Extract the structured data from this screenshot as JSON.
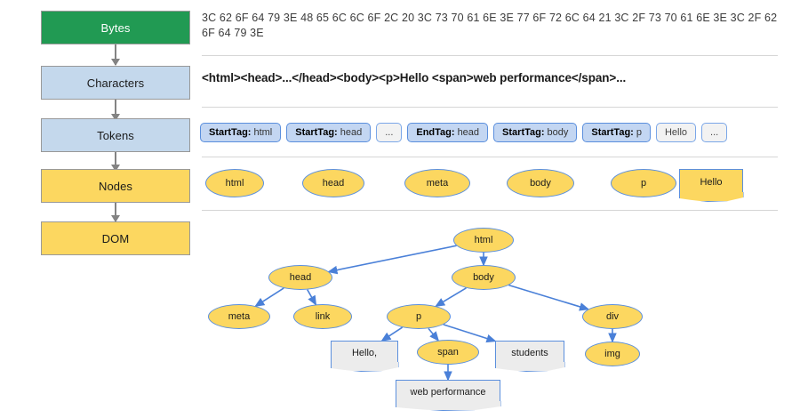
{
  "pipeline": {
    "stages": [
      {
        "label": "Bytes",
        "color": "#219a53"
      },
      {
        "label": "Characters",
        "color": "#c4d8ec"
      },
      {
        "label": "Tokens",
        "color": "#c4d8ec"
      },
      {
        "label": "Nodes",
        "color": "#fcd760"
      },
      {
        "label": "DOM",
        "color": "#fcd760"
      }
    ]
  },
  "bytes": {
    "text": "3C 62 6F 64 79 3E 48 65 6C 6C 6F 2C 20 3C 73 70 61 6E 3E 77 6F 72 6C 64 21 3C 2F 73 70 61 6E 3E 3C 2F 62 6F 64 79 3E"
  },
  "characters": {
    "text": "<html><head>...</head><body><p>Hello <span>web performance</span>..."
  },
  "tokens": {
    "items": [
      {
        "bold": "StartTag:",
        "rest": "html",
        "style": "filled"
      },
      {
        "bold": "StartTag:",
        "rest": "head",
        "style": "filled"
      },
      {
        "bold": "",
        "rest": "...",
        "style": "plain"
      },
      {
        "bold": "EndTag:",
        "rest": "head",
        "style": "filled"
      },
      {
        "bold": "StartTag:",
        "rest": "body",
        "style": "filled"
      },
      {
        "bold": "StartTag:",
        "rest": "p",
        "style": "filled"
      },
      {
        "bold": "",
        "rest": "Hello",
        "style": "plain"
      },
      {
        "bold": "",
        "rest": "...",
        "style": "plain"
      }
    ]
  },
  "nodes": {
    "items": [
      {
        "label": "html",
        "shape": "ellipse"
      },
      {
        "label": "head",
        "shape": "ellipse"
      },
      {
        "label": "meta",
        "shape": "ellipse"
      },
      {
        "label": "body",
        "shape": "ellipse"
      },
      {
        "label": "p",
        "shape": "ellipse"
      },
      {
        "label": "Hello",
        "shape": "document"
      }
    ]
  },
  "dom_tree": {
    "nodes": [
      {
        "id": "html",
        "label": "html",
        "shape": "ellipse"
      },
      {
        "id": "head",
        "label": "head",
        "shape": "ellipse"
      },
      {
        "id": "body",
        "label": "body",
        "shape": "ellipse"
      },
      {
        "id": "meta",
        "label": "meta",
        "shape": "ellipse"
      },
      {
        "id": "link",
        "label": "link",
        "shape": "ellipse"
      },
      {
        "id": "p",
        "label": "p",
        "shape": "ellipse"
      },
      {
        "id": "div",
        "label": "div",
        "shape": "ellipse"
      },
      {
        "id": "hello",
        "label": "Hello,",
        "shape": "document"
      },
      {
        "id": "span",
        "label": "span",
        "shape": "ellipse"
      },
      {
        "id": "students",
        "label": "students",
        "shape": "document"
      },
      {
        "id": "img",
        "label": "img",
        "shape": "ellipse"
      },
      {
        "id": "webperf",
        "label": "web performance",
        "shape": "document"
      }
    ],
    "edges": [
      {
        "from": "html",
        "to": "head"
      },
      {
        "from": "html",
        "to": "body"
      },
      {
        "from": "head",
        "to": "meta"
      },
      {
        "from": "head",
        "to": "link"
      },
      {
        "from": "body",
        "to": "p"
      },
      {
        "from": "body",
        "to": "div"
      },
      {
        "from": "p",
        "to": "hello"
      },
      {
        "from": "p",
        "to": "span"
      },
      {
        "from": "p",
        "to": "students"
      },
      {
        "from": "div",
        "to": "img"
      },
      {
        "from": "span",
        "to": "webperf"
      }
    ],
    "edge_color": "#4a80d8"
  }
}
